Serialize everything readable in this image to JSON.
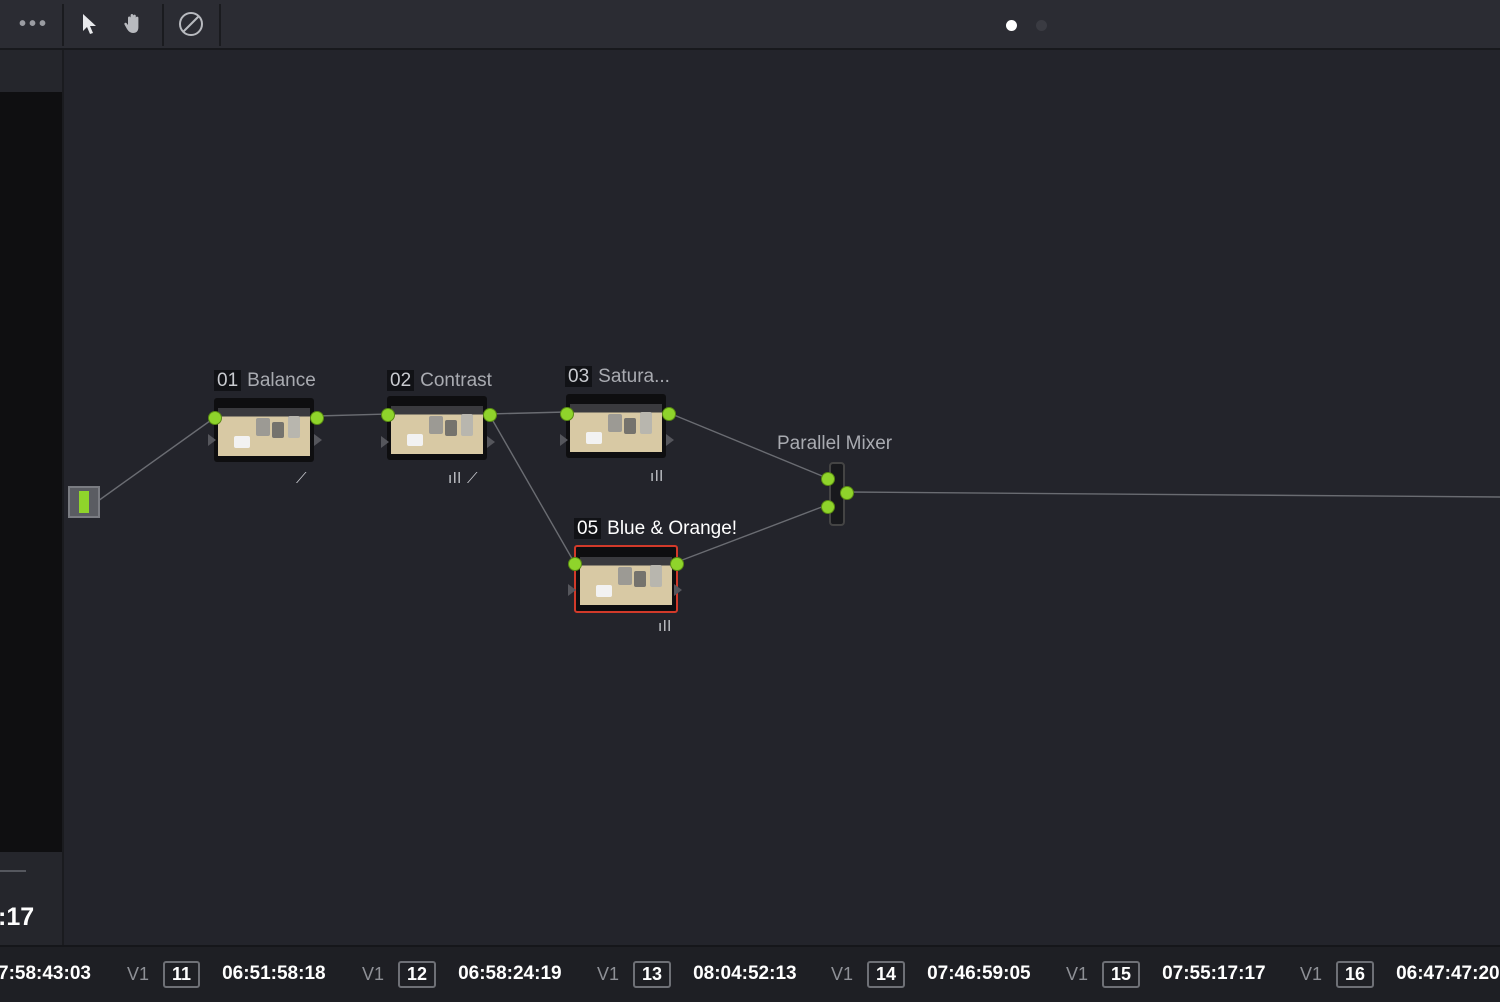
{
  "toolbar": {
    "menu_glyph": "•••",
    "pointer_glyph": "➤",
    "hand_glyph": "✋",
    "disable_glyph": "⊘",
    "icons": [
      "more-icon",
      "pointer-icon",
      "hand-icon",
      "bypass-icon"
    ]
  },
  "left_panel": {
    "timecode": ":17"
  },
  "nodes": [
    {
      "num": "01",
      "label": "Balance",
      "tools": "⟋"
    },
    {
      "num": "02",
      "label": "Contrast",
      "tools": "ıll ⟋"
    },
    {
      "num": "03",
      "label": "Satura...",
      "tools": "ıll"
    },
    {
      "num": "05",
      "label": "Blue & Orange!",
      "tools": "ıll"
    }
  ],
  "mixer": {
    "label": "Parallel Mixer"
  },
  "colors": {
    "accent_green": "#8fd42b",
    "selected_red": "#d23a2a",
    "background": "#23242b"
  },
  "timeline": [
    {
      "timecode": "7:58:43:03"
    },
    {
      "track": "V1",
      "clip": "11",
      "timecode": "06:51:58:18"
    },
    {
      "track": "V1",
      "clip": "12",
      "timecode": "06:58:24:19"
    },
    {
      "track": "V1",
      "clip": "13",
      "timecode": "08:04:52:13"
    },
    {
      "track": "V1",
      "clip": "14",
      "timecode": "07:46:59:05"
    },
    {
      "track": "V1",
      "clip": "15",
      "timecode": "07:55:17:17"
    },
    {
      "track": "V1",
      "clip": "16",
      "timecode": "06:47:47:20"
    }
  ]
}
